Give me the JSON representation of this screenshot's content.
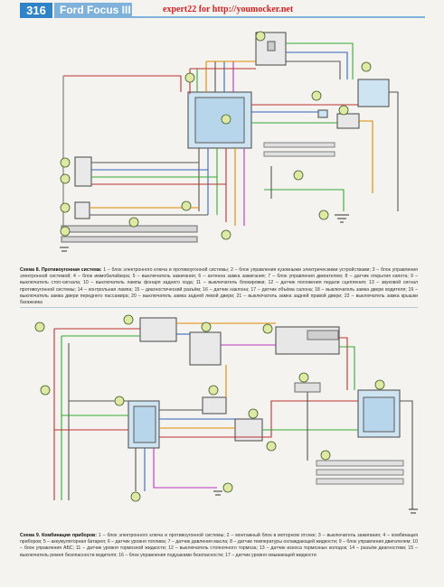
{
  "header": {
    "page_number": "316",
    "book_title": "Ford Focus III",
    "watermark": "expert22 for http://youmocker.net"
  },
  "figure_1": {
    "label": "Схема 8. Противоугонная система:",
    "text": "1 – блок электронного ключа и противоугонной системы; 2 – блок управления кузовными электрическими устройствами; 3 – блок управления электронной системой; 4 – блок иммобилайзера; 5 – выключатель зажигания; 6 – антенна замка зажигания; 7 – блок управления двигателем; 8 – датчик открытия капота; 9 – выключатель стоп-сигнала; 10 – выключатель лампы фонаря заднего хода; 11 – выключатель блокировки; 12 – датчик положения педали сцепления; 13 – звуковой сигнал противоугонной системы; 14 – контрольная лампа; 15 – диагностический разъём; 16 – датчик наклона; 17 – датчик объёма салона; 18 – выключатель замка двери водителя; 19 – выключатель замка двери переднего пассажира; 20 – выключатель замка задней левой двери; 21 – выключатель замка задней правой двери; 22 – выключатель замка крышки багажника"
  },
  "figure_2": {
    "label": "Схема 9. Комбинация приборов:",
    "text": "1 – блок электронного ключа и противоугонной системы; 2 – монтажный блок в моторном отсеке; 3 – выключатель зажигания; 4 – комбинация приборов; 5 – аккумуляторная батарея; 6 – датчик уровня топлива; 7 – датчик давления масла; 8 – датчик температуры охлаждающей жидкости; 9 – блок управления двигателем; 10 – блок управления АБС; 11 – датчик уровня тормозной жидкости; 12 – выключатель стояночного тормоза; 13 – датчик износа тормозных колодок; 14 – разъём диагностики; 15 – выключатель ремня безопасности водителя; 16 – блок управления подушками безопасности; 17 – датчик уровня омывающей жидкости"
  }
}
